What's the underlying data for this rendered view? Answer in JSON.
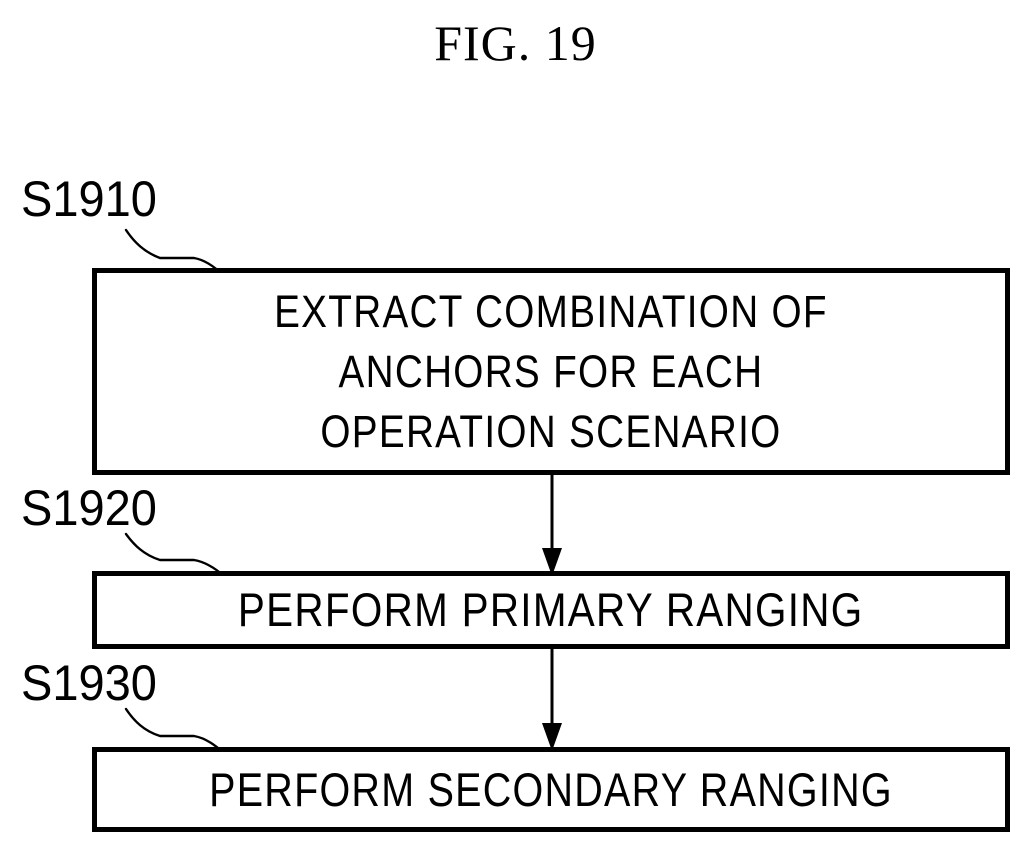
{
  "figure": {
    "title": "FIG. 19",
    "type": "patent-flowchart",
    "background_color": "#ffffff",
    "line_color": "#000000"
  },
  "steps": [
    {
      "ref": "S1910",
      "text": "EXTRACT COMBINATION OF\nANCHORS FOR EACH\nOPERATION SCENARIO",
      "lines": [
        "EXTRACT COMBINATION OF",
        "ANCHORS FOR EACH",
        "OPERATION SCENARIO"
      ]
    },
    {
      "ref": "S1920",
      "text": "PERFORM PRIMARY RANGING",
      "lines": [
        "PERFORM PRIMARY RANGING"
      ]
    },
    {
      "ref": "S1930",
      "text": "PERFORM SECONDARY RANGING",
      "lines": [
        "PERFORM SECONDARY RANGING"
      ]
    }
  ],
  "connectors": [
    {
      "from": "S1910",
      "to": "S1920",
      "style": "solid-arrow-down"
    },
    {
      "from": "S1920",
      "to": "S1930",
      "style": "solid-arrow-down"
    }
  ],
  "leaders": [
    {
      "ref": "S1910",
      "style": "squiggle"
    },
    {
      "ref": "S1920",
      "style": "squiggle"
    },
    {
      "ref": "S1930",
      "style": "squiggle"
    }
  ]
}
